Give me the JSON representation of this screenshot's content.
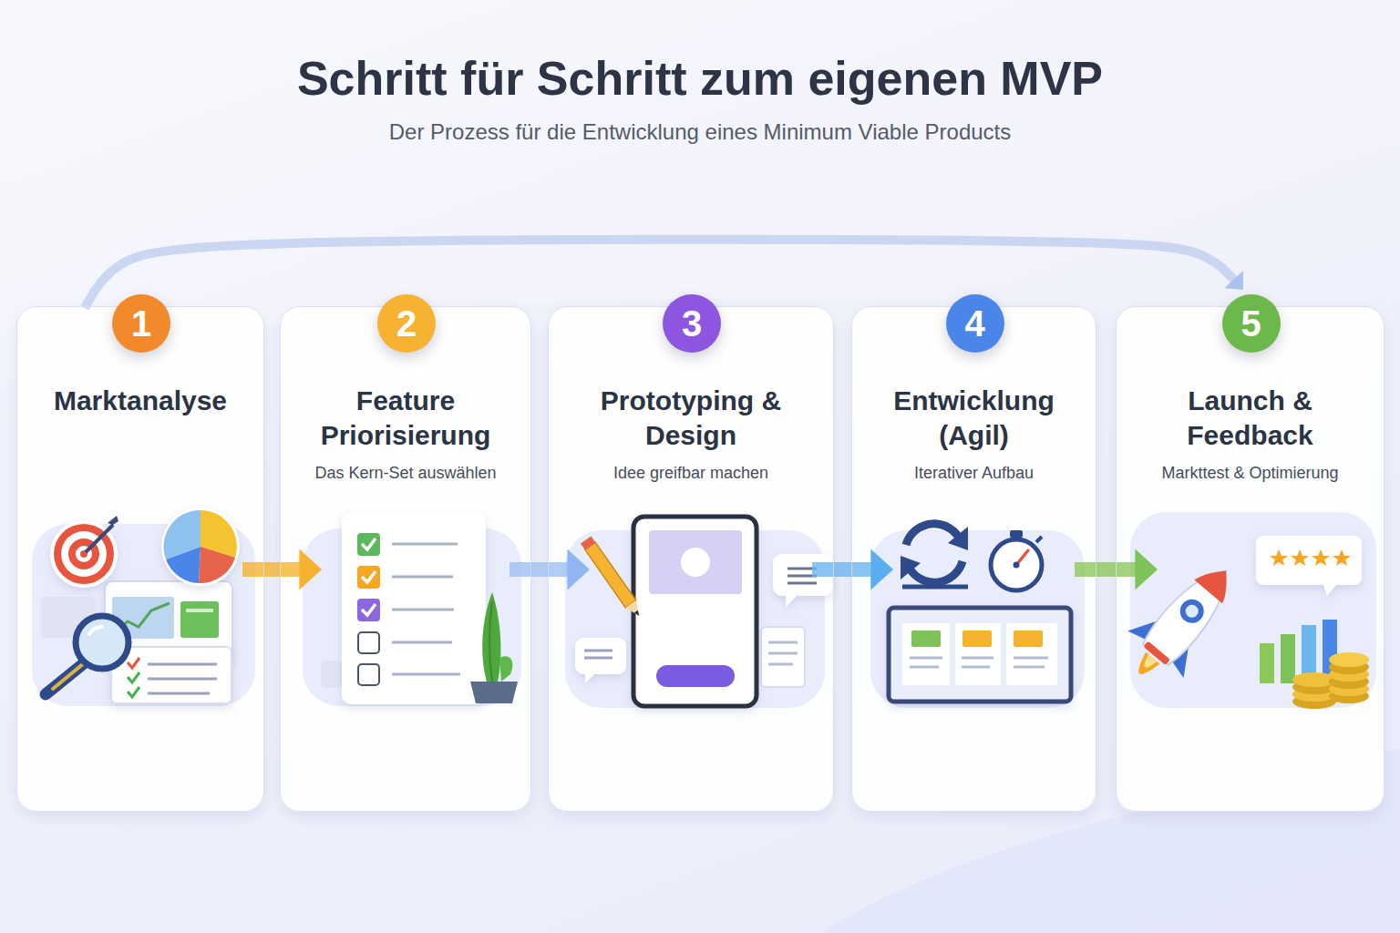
{
  "diagram": {
    "title": "Schritt für Schritt zum eigenen MVP",
    "caption": "Der Prozess für die Entwicklung eines Minimum Viable Products",
    "nodes": [
      {
        "text": [
          "Marktanalyse"
        ]
      },
      {
        "text": [
          "1"
        ],
        "in": 0
      },
      {
        "text": [
          "Feature Priorisierung",
          "Das Kern-Set auswählen"
        ]
      },
      {
        "text": [
          "2"
        ],
        "in": 2
      },
      {
        "text": [
          "Prototyping & Design",
          "Idee greifbar machen"
        ]
      },
      {
        "text": [
          "3"
        ],
        "in": 4
      },
      {
        "text": [
          "Entwicklung (Agil)",
          "Iterativer Aufbau"
        ]
      },
      {
        "text": [
          "4"
        ],
        "in": 6
      },
      {
        "text": [
          "Launch & Feedback",
          "Markttest & Optimierung"
        ]
      },
      {
        "text": [
          "5"
        ],
        "in": 8
      }
    ],
    "edges": [
      {
        "from": 0,
        "to": 2,
        "arrow": "to"
      },
      {
        "from": 2,
        "to": 4,
        "arrow": "to"
      },
      {
        "from": 4,
        "to": 6,
        "arrow": "to"
      },
      {
        "from": 6,
        "to": 8,
        "arrow": "to"
      },
      {
        "from": 0,
        "to": 8,
        "arrow": "to"
      }
    ]
  }
}
